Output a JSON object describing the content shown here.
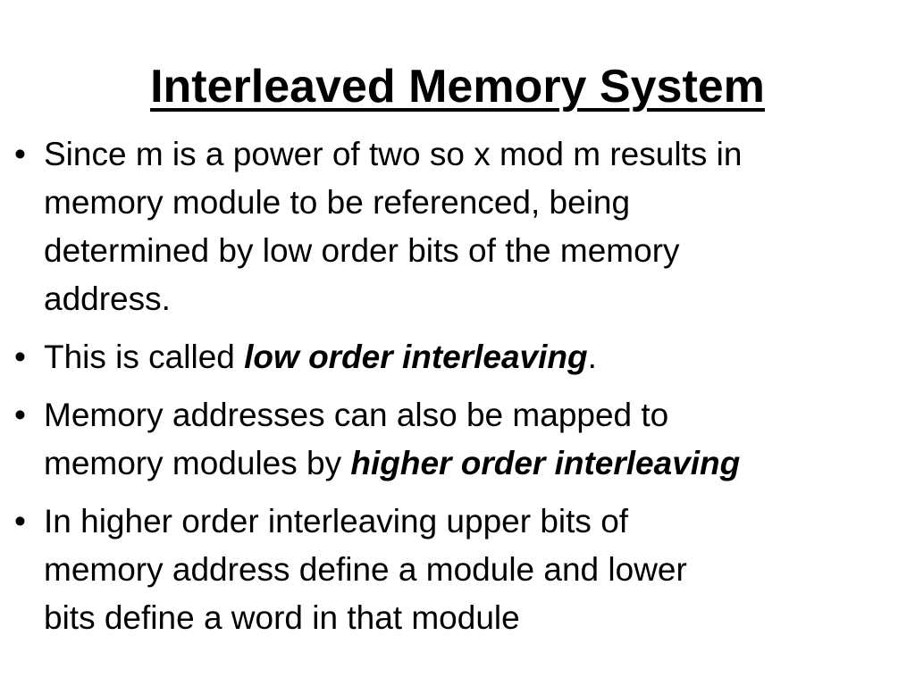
{
  "slide": {
    "title": "Interleaved Memory System",
    "bullet_marker": "•",
    "bullets": [
      {
        "lines": [
          "Since m is a power of two so x mod m results in",
          "memory module to be referenced, being",
          "determined by low order bits of the memory",
          "address."
        ]
      },
      {
        "prefix": "This is called ",
        "emphasis": "low order interleaving",
        "suffix": "."
      },
      {
        "line1": "Memory addresses can also be mapped to",
        "line2_prefix": "memory modules by ",
        "line2_emphasis": "higher order interleaving"
      },
      {
        "lines": [
          "In higher order interleaving upper bits of",
          "memory address define a module and lower",
          "bits define a word in that module"
        ]
      }
    ]
  }
}
